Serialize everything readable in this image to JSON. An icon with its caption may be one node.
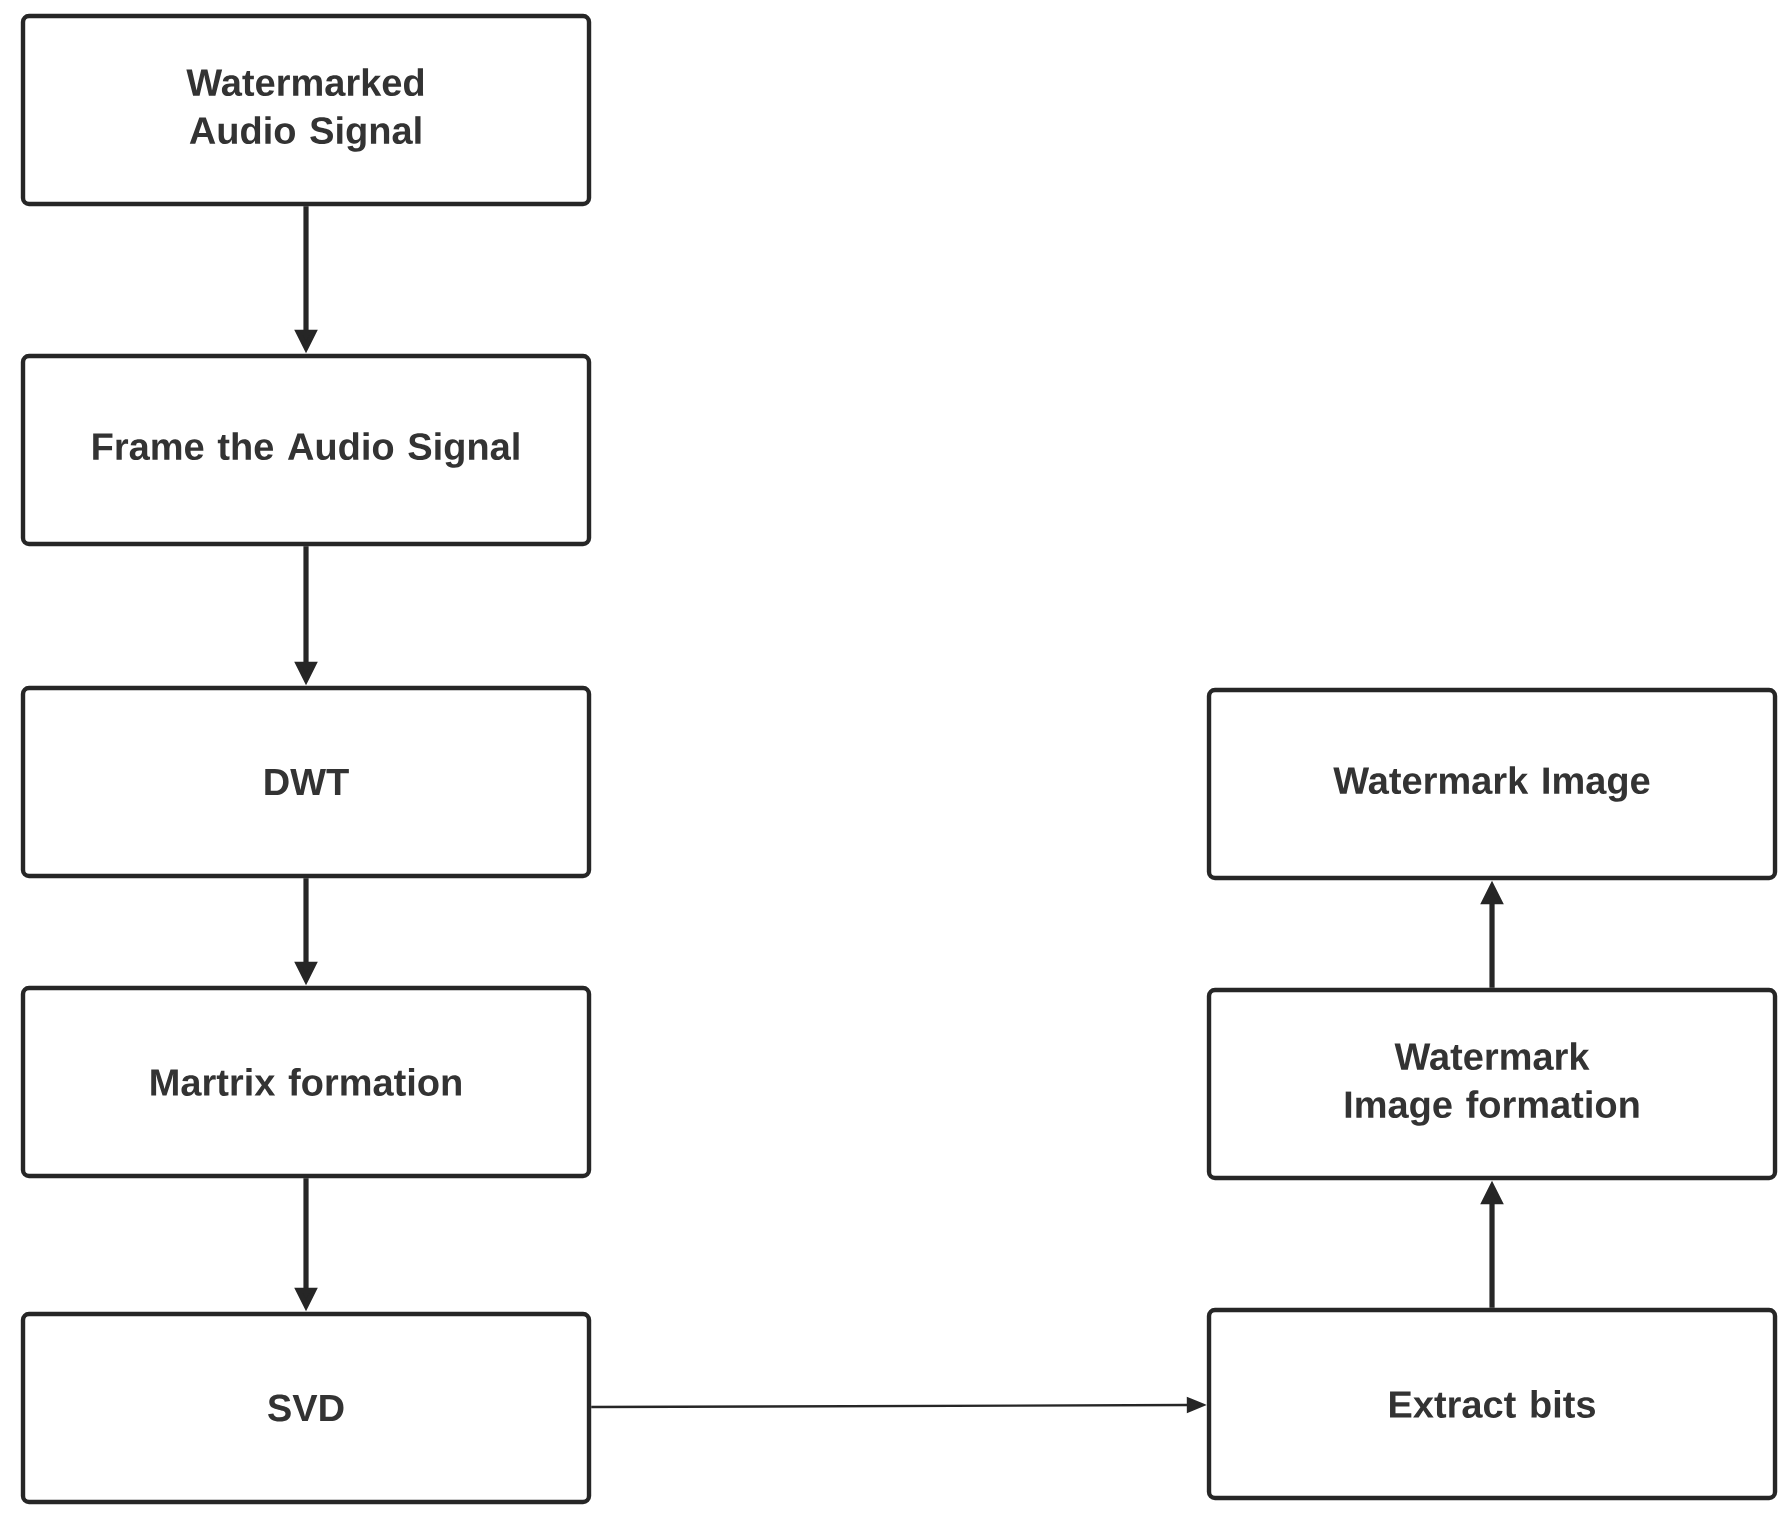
{
  "diagram": {
    "nodes": [
      {
        "text": [
          "Watermarked Audio Signal"
        ]
      },
      {
        "text": [
          "Frame the Audio Signal"
        ]
      },
      {
        "text": [
          "DWT"
        ]
      },
      {
        "text": [
          "Martrix formation"
        ]
      },
      {
        "text": [
          "SVD"
        ]
      },
      {
        "text": [
          "Watermark Image"
        ]
      },
      {
        "text": [
          "Watermark Image formation"
        ]
      },
      {
        "text": [
          "Extract bits"
        ]
      }
    ],
    "edges": [
      {
        "from": 0,
        "to": 1,
        "arrow": "to"
      },
      {
        "from": 1,
        "to": 2,
        "arrow": "to"
      },
      {
        "from": 2,
        "to": 3,
        "arrow": "to"
      },
      {
        "from": 3,
        "to": 4,
        "arrow": "to"
      },
      {
        "from": 4,
        "to": 7,
        "arrow": "to"
      },
      {
        "from": 7,
        "to": 6,
        "arrow": "to"
      },
      {
        "from": 6,
        "to": 5,
        "arrow": "to"
      }
    ]
  }
}
